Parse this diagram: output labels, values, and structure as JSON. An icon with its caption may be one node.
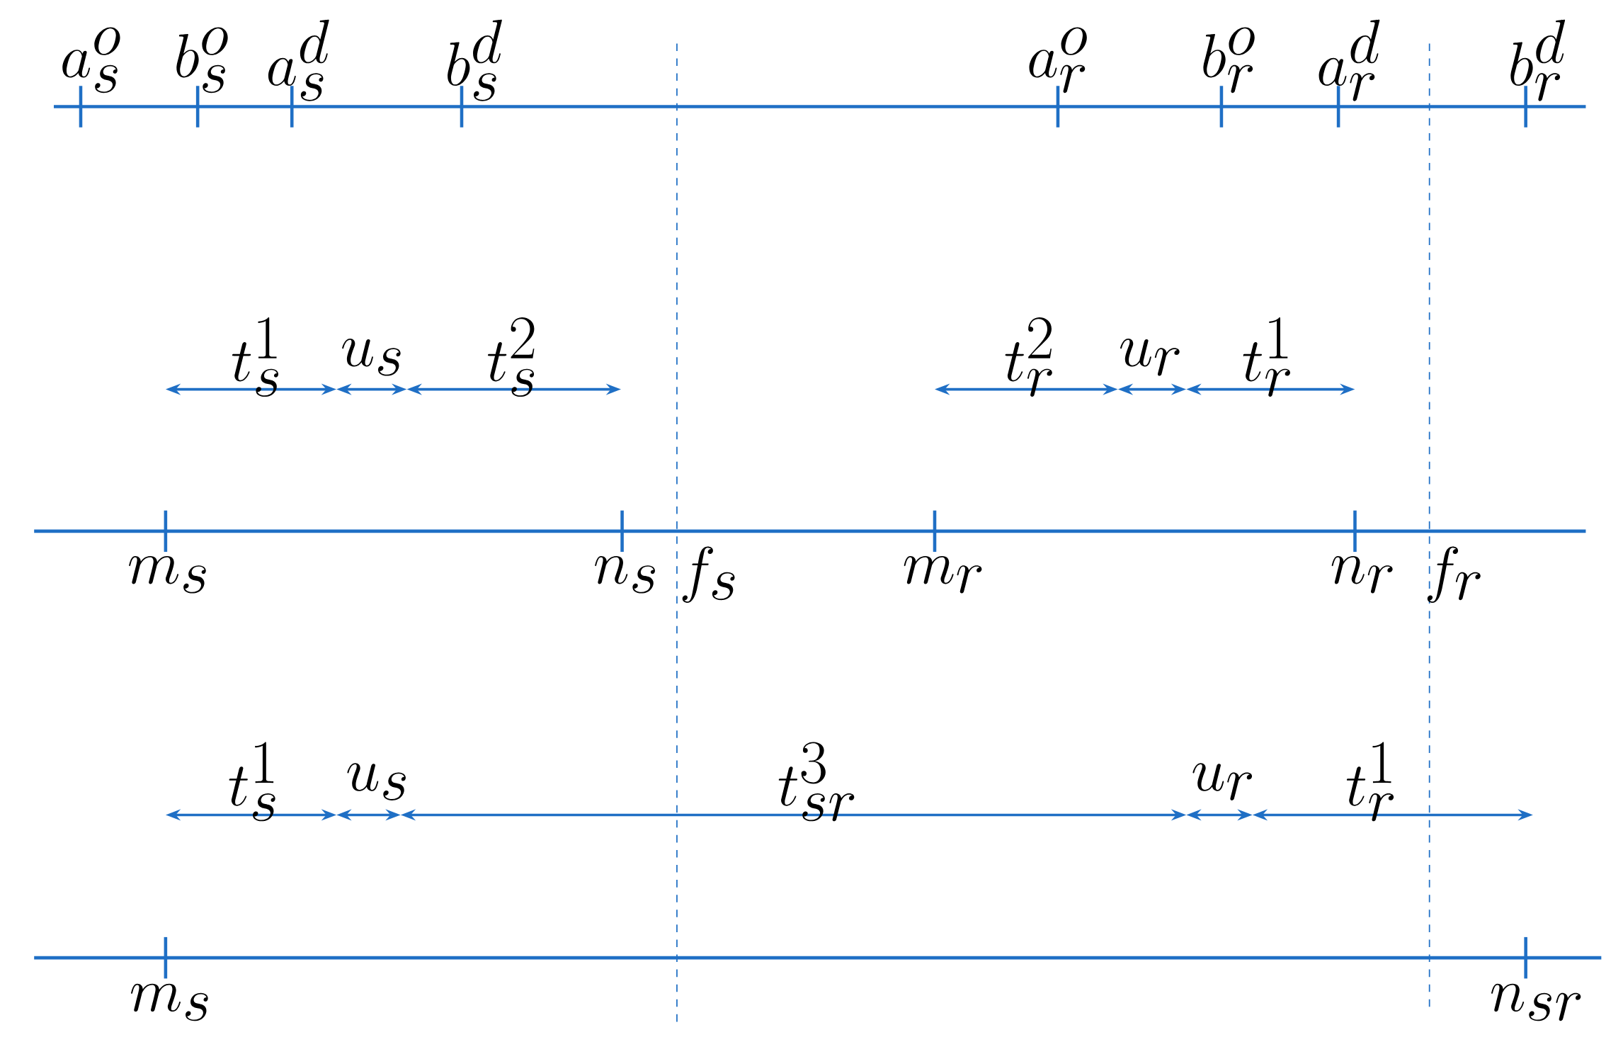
{
  "diagram": {
    "labels": [
      "a_s^o",
      "b_s^o",
      "a_s^d",
      "b_s^d",
      "a_r^o",
      "b_r^o",
      "a_r^d",
      "b_r^d",
      "t_s^1",
      "u_s",
      "t_s^2",
      "t_r^2",
      "u_r",
      "t_r^1",
      "m_s",
      "n_s",
      "f_s",
      "m_r",
      "n_r",
      "f_r",
      "t_s^1",
      "u_s",
      "t_{sr}^3",
      "u_r",
      "t_r^1",
      "m_s",
      "n_{sr}"
    ]
  }
}
